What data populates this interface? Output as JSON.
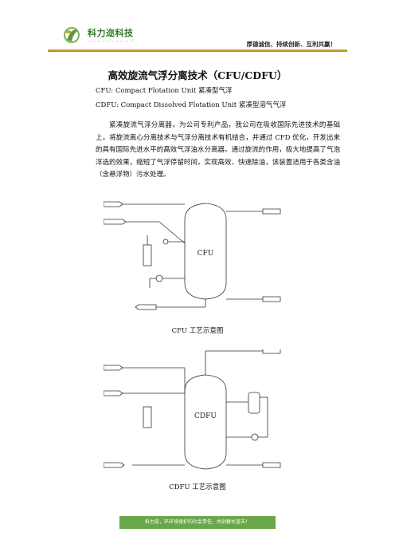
{
  "header": {
    "company": "科力迩科技",
    "slogan": "厚德诚信、持续创新、互利共赢！",
    "accent": "#6aa64a"
  },
  "doc": {
    "title": "高效旋流气浮分离技术（CFU/CDFU）",
    "line1": "CFU: Compact Flotation Unit 紧凑型气浮",
    "line2": "CDFU: Compact Dissolved Flotation Unit 紧凑型溶气气浮",
    "paragraph": "紧凑旋流气浮分离器，为公司专利产品，我公司在吸收国际先进技术的基础上，将旋流离心分离技术与气浮分离技术有机结合，并通过 CFD 优化，开发出来的具有国际先进水平的高效气浮油水分离器。通过旋流的作用，极大地提高了气泡浮选的效果，缩短了气浮停留时间，实现高效、快速除油，该装置适用于各类含油（含悬浮物）污水处理。"
  },
  "fig1": {
    "vessel_label": "CFU",
    "caption": "CFU 工艺示意图"
  },
  "fig2": {
    "vessel_label": "CDFU",
    "caption": "CDFU 工艺示意图"
  },
  "footer": {
    "text": "科力迩，环环境保护的社会责任，共创碧水蓝天！"
  }
}
